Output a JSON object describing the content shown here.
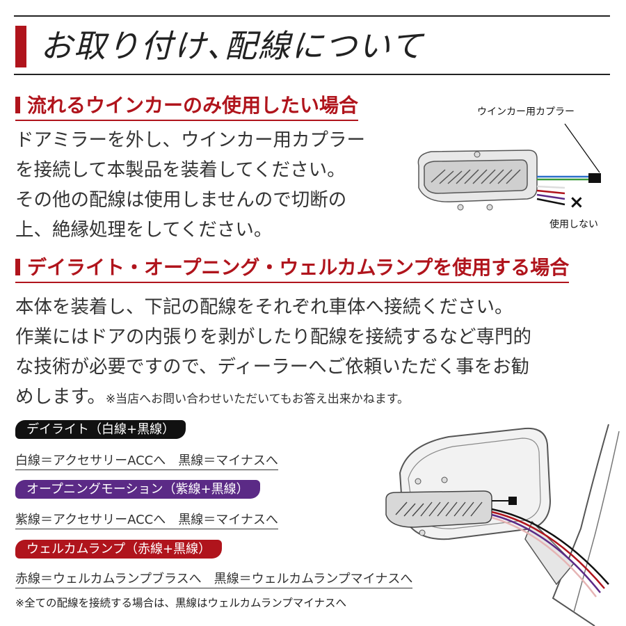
{
  "title": "お取り付け､配線について",
  "section1": {
    "heading": "流れるウインカーのみ使用したい場合",
    "lines": [
      "ドアミラーを外し、ウインカー用カプラー",
      "を接続して本製品を装着してください。",
      "その他の配線は使用しませんので切断の",
      "上、絶縁処理をしてください。"
    ],
    "callout_top": "ウインカー用カプラー",
    "callout_x": "×",
    "callout_bottom": "使用しない"
  },
  "section2": {
    "heading": "デイライト・オープニング・ウェルカムランプを使用する場合",
    "lines": [
      "本体を装着し、下記の配線をそれぞれ車体へ接続ください。",
      "作業にはドアの内張りを剥がしたり配線を接続するなど専門的",
      "な技術が必要ですので、ディーラーへご依頼いただく事をお勧"
    ],
    "last_line": "めします。",
    "last_note": "※当店へお問い合わせいただいてもお答え出来かねます。"
  },
  "wiring": [
    {
      "badge": "デイライト（白線+黒線）",
      "color": "#111111",
      "desc": "白線＝アクセサリーACCへ　黒線＝マイナスへ"
    },
    {
      "badge": "オープニングモーション（紫線+黒線）",
      "color": "#5b2a86",
      "desc": "紫線＝アクセサリーACCへ　黒線＝マイナスへ"
    },
    {
      "badge": "ウェルカムランプ（赤線+黒線）",
      "color": "#b0141c",
      "desc": "赤線＝ウェルカムランプブラスへ　黒線＝ウェルカムランプマイナスへ"
    }
  ],
  "footnote": "※全ての配線を接続する場合は、黒線はウェルカムランプマイナスへ",
  "colors": {
    "accent": "#b0141c",
    "purple": "#5b2a86",
    "black": "#111111"
  }
}
